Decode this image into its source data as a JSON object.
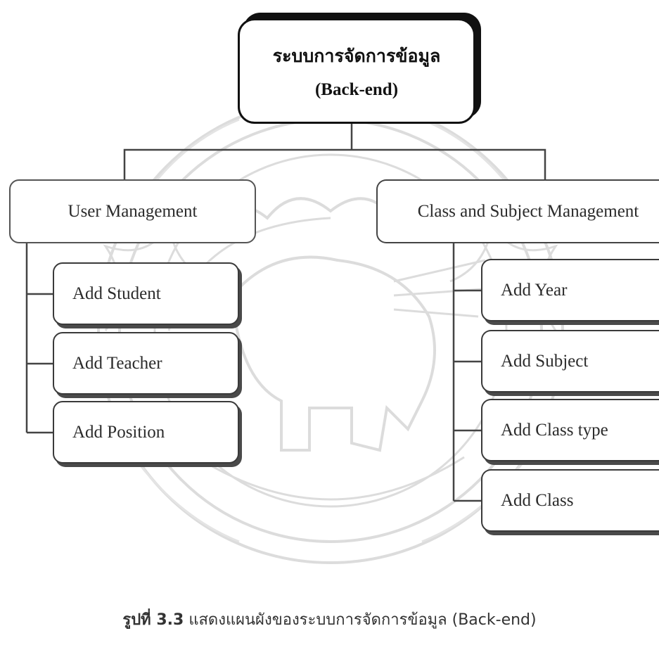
{
  "diagram": {
    "root": {
      "line1": "ระบบการจัดการข้อมูล",
      "line2": "(Back-end)"
    },
    "branches": [
      {
        "label": "User Management",
        "children": [
          "Add Student",
          "Add Teacher",
          "Add Position"
        ]
      },
      {
        "label": "Class and Subject Management",
        "children": [
          "Add Year",
          "Add Subject",
          "Add Class type",
          "Add Class"
        ]
      }
    ]
  },
  "caption": {
    "figure": "รูปที่ 3.3",
    "text": "แสดงแผนผังของระบบการจัดการข้อมูล (Back-end)"
  },
  "colors": {
    "line": "#444444",
    "watermark": "#d9d9d9",
    "border": "#3a3a3a"
  }
}
